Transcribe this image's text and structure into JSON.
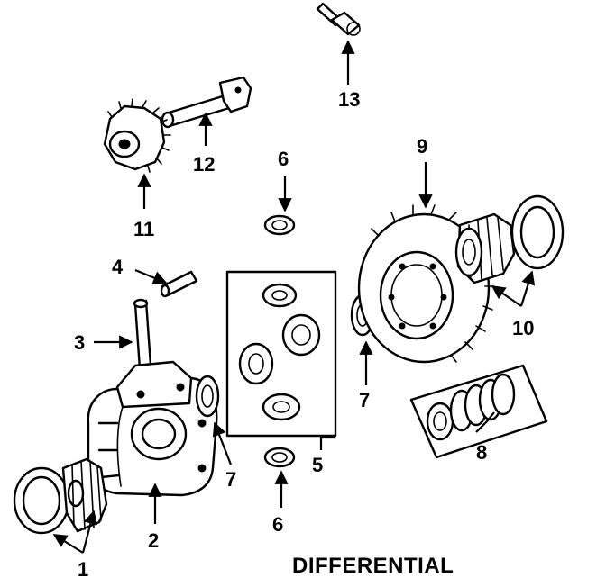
{
  "diagram": {
    "title": "DIFFERENTIAL",
    "callouts": [
      {
        "id": "c1",
        "label": "1"
      },
      {
        "id": "c2",
        "label": "2"
      },
      {
        "id": "c3",
        "label": "3"
      },
      {
        "id": "c4",
        "label": "4"
      },
      {
        "id": "c5",
        "label": "5"
      },
      {
        "id": "c6a",
        "label": "6"
      },
      {
        "id": "c6b",
        "label": "6"
      },
      {
        "id": "c7a",
        "label": "7"
      },
      {
        "id": "c7b",
        "label": "7"
      },
      {
        "id": "c8",
        "label": "8"
      },
      {
        "id": "c9",
        "label": "9"
      },
      {
        "id": "c10",
        "label": "10"
      },
      {
        "id": "c11",
        "label": "11"
      },
      {
        "id": "c12",
        "label": "12"
      },
      {
        "id": "c13",
        "label": "13"
      }
    ]
  }
}
